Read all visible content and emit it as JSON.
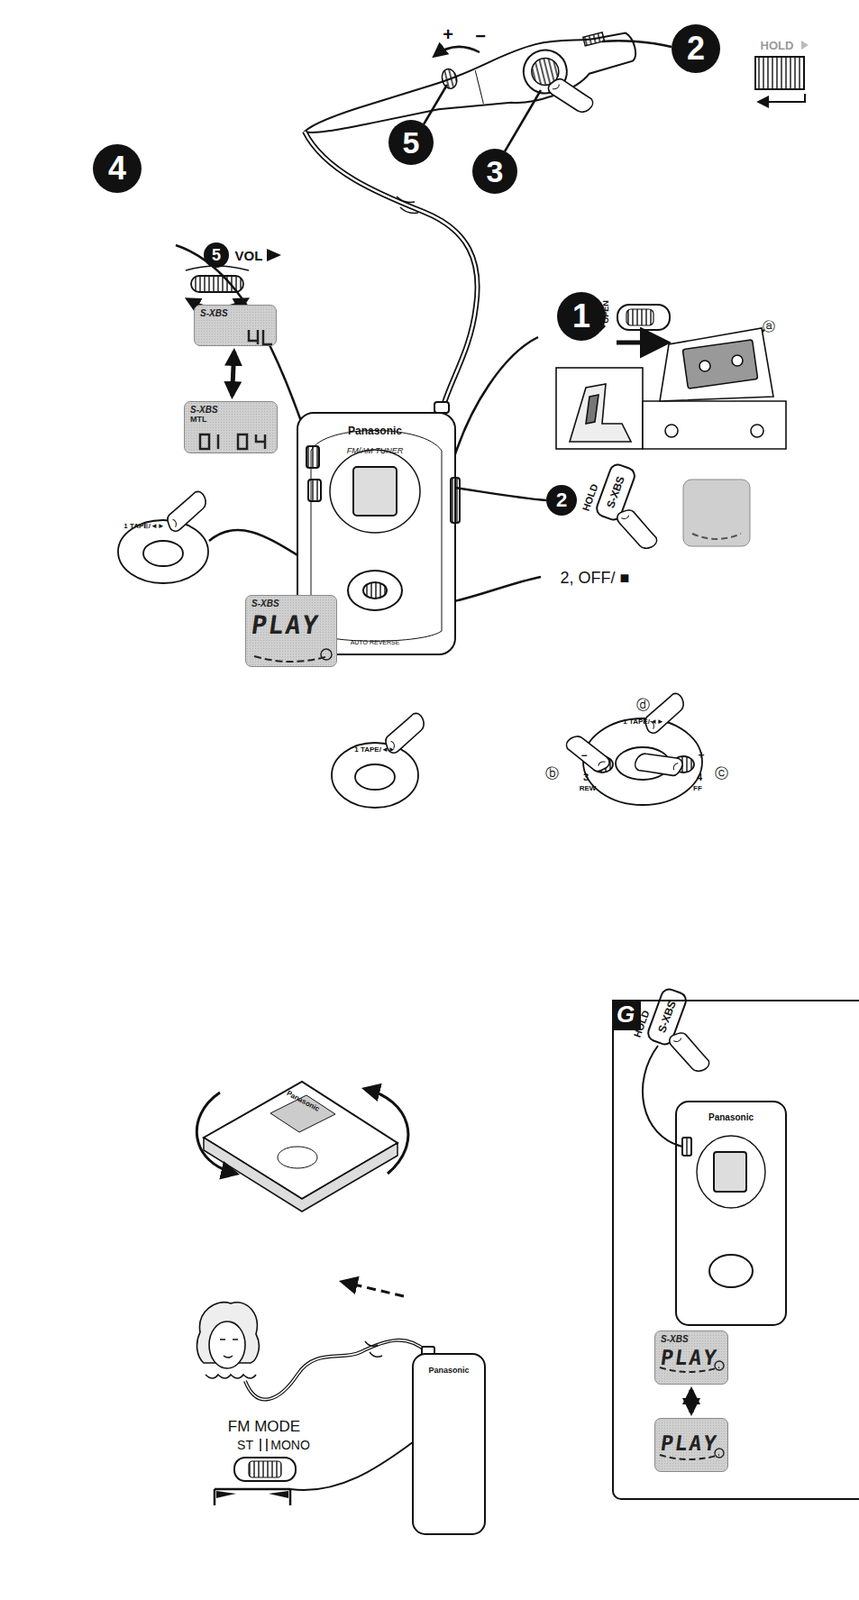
{
  "diagram": {
    "nodes": [
      {
        "text": [
          "S-XBS"
        ]
      },
      {
        "text": [
          "S-XBS",
          "MTL"
        ]
      },
      {
        "text": [
          "S-XBS",
          "PLAY"
        ]
      },
      {
        "text": [
          "G"
        ]
      },
      {
        "text": [
          "S-XBS",
          "PLAY"
        ],
        "in": 3
      },
      {
        "text": [
          "PLAY"
        ],
        "in": 3
      }
    ],
    "edges": [
      {
        "from": 0,
        "to": 1,
        "arrow": "both"
      },
      {
        "from": 4,
        "to": 5,
        "arrow": "both"
      }
    ],
    "labels": [
      "HOLD",
      "+",
      "−",
      "2",
      "5",
      "3",
      "4",
      "5",
      "VOL",
      "1",
      "OPEN",
      "ⓐ",
      "Panasonic",
      "FM/AM TUNER",
      "AUTO REVERSE",
      "2",
      "HOLD",
      "S-XBS",
      "2, OFF/ ■",
      "1 TAPE/◄►",
      "1 TAPE/◄►",
      "ⓓ",
      "1 TAPE/◄►",
      "ⓑ",
      "−",
      "3",
      "REW",
      "+",
      "4",
      "FF",
      "ⓒ",
      "HOLD",
      "S-XBS",
      "Panasonic",
      "Panasonic",
      "FM MODE",
      "ST",
      "MONO",
      "Panasonic"
    ]
  }
}
